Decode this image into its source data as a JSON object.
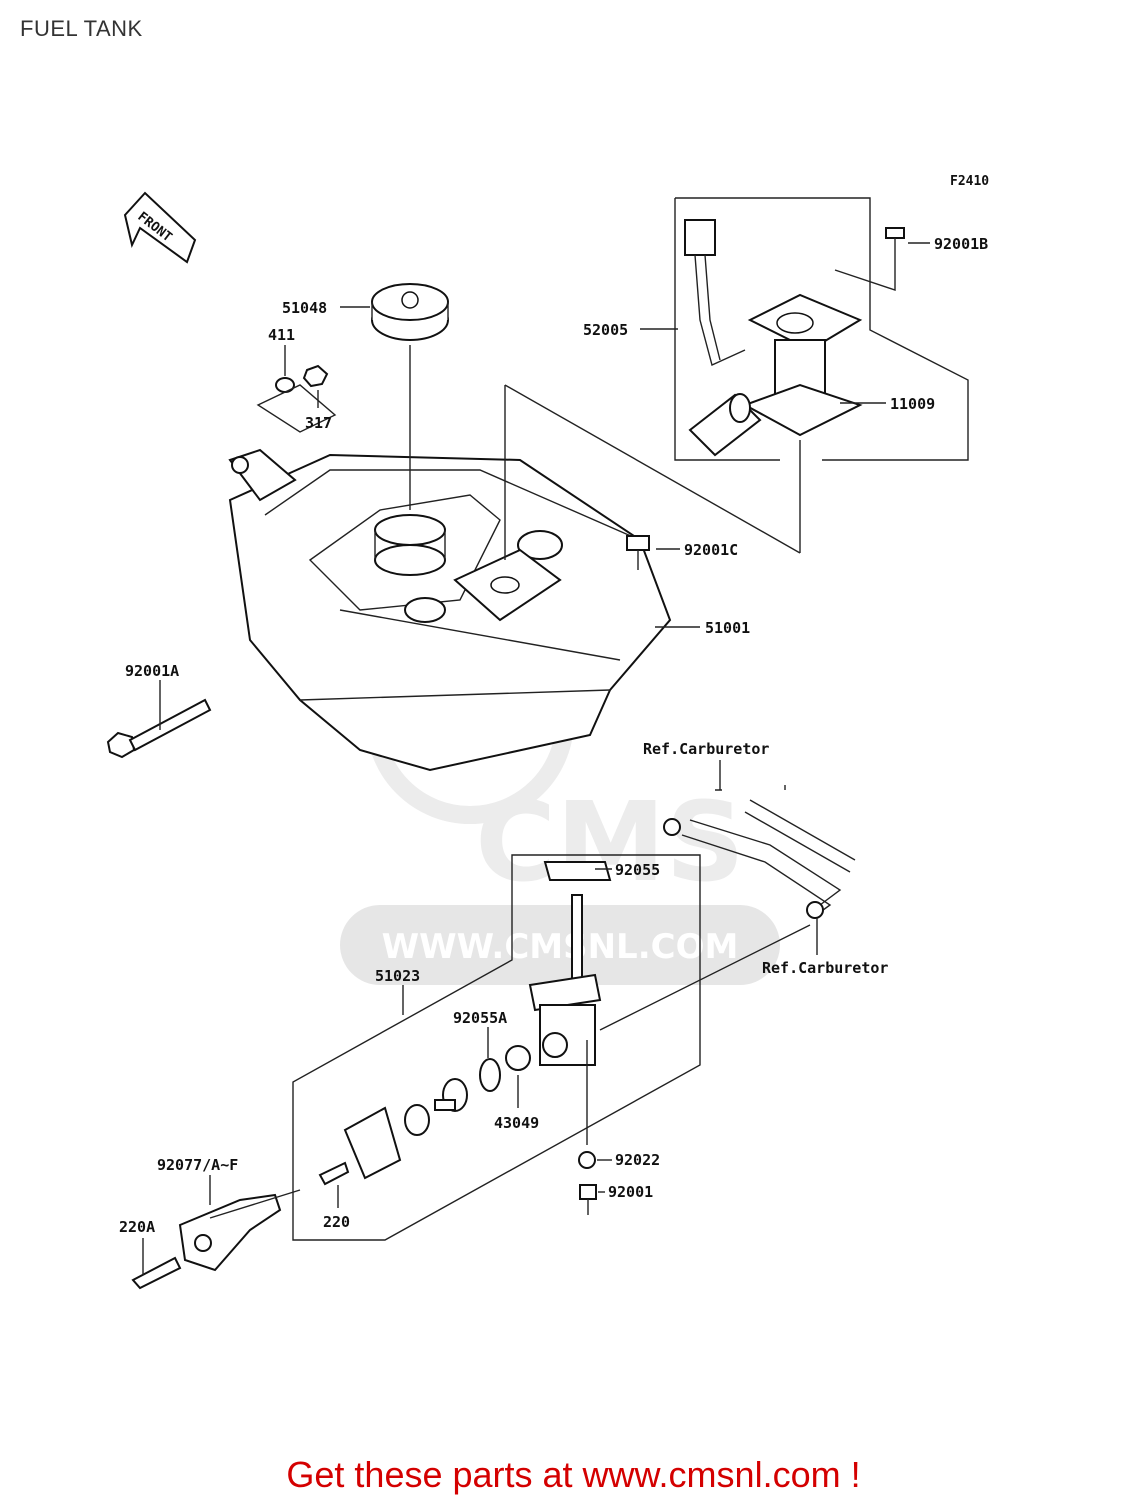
{
  "page": {
    "title": "FUEL TANK"
  },
  "diagram": {
    "figure_code": "F2410",
    "front_label": "FRONT",
    "watermark": {
      "logo_text": "CMS",
      "url_text": "WWW.CMSNL.COM"
    },
    "ref_labels": {
      "upper": "Ref.Carburetor",
      "lower": "Ref.Carburetor"
    },
    "parts": {
      "p51048": "51048",
      "p411": "411",
      "p317": "317",
      "p52005": "52005",
      "p92001B": "92001B",
      "p11009": "11009",
      "p92001C": "92001C",
      "p51001": "51001",
      "p92001A": "92001A",
      "p92055": "92055",
      "p51023": "51023",
      "p92055A": "92055A",
      "p43049": "43049",
      "p92022": "92022",
      "p92001": "92001",
      "p92077": "92077/A~F",
      "p220A": "220A",
      "p220": "220"
    }
  },
  "footer": {
    "text": "Get these parts at www.cmsnl.com !"
  }
}
